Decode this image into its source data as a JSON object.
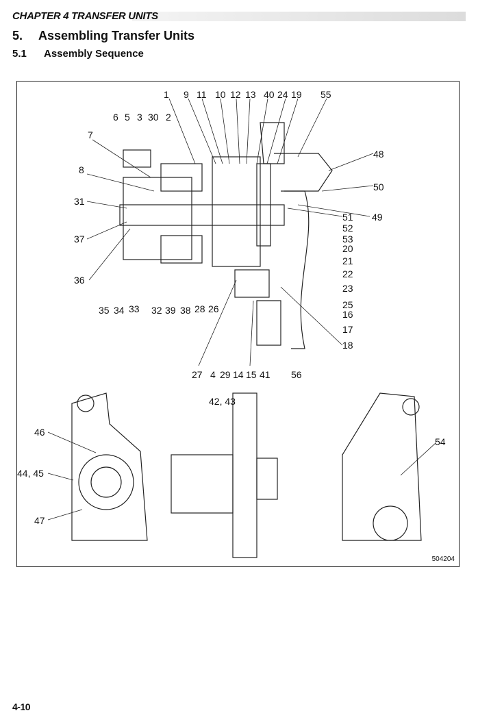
{
  "header": {
    "chapter": "CHAPTER 4 TRANSFER UNITS"
  },
  "section": {
    "number": "5.",
    "title": "Assembling Transfer Units"
  },
  "subsection": {
    "number": "5.1",
    "title": "Assembly Sequence"
  },
  "figure": {
    "id": "504204",
    "callouts_top": [
      "1",
      "9",
      "11",
      "10",
      "12",
      "13",
      "40",
      "24",
      "19",
      "55"
    ],
    "callouts_top2": [
      "6",
      "5",
      "3",
      "30",
      "2"
    ],
    "callout_7": "7",
    "callout_8": "8",
    "callout_31": "31",
    "callout_37": "37",
    "callout_36": "36",
    "callouts_lower_left": [
      "35",
      "34",
      "33",
      "32",
      "39",
      "38",
      "28",
      "26"
    ],
    "callouts_bottom": [
      "27",
      "4",
      "29",
      "14",
      "15",
      "41",
      "56"
    ],
    "callouts_right": [
      "48",
      "50",
      "49",
      "51",
      "52",
      "53",
      "20",
      "21",
      "22",
      "23",
      "25",
      "16",
      "17",
      "18"
    ],
    "callout_4243": "42, 43",
    "callout_46": "46",
    "callout_4445": "44, 45",
    "callout_47": "47",
    "callout_54": "54"
  },
  "footer": {
    "page": "4-10"
  }
}
